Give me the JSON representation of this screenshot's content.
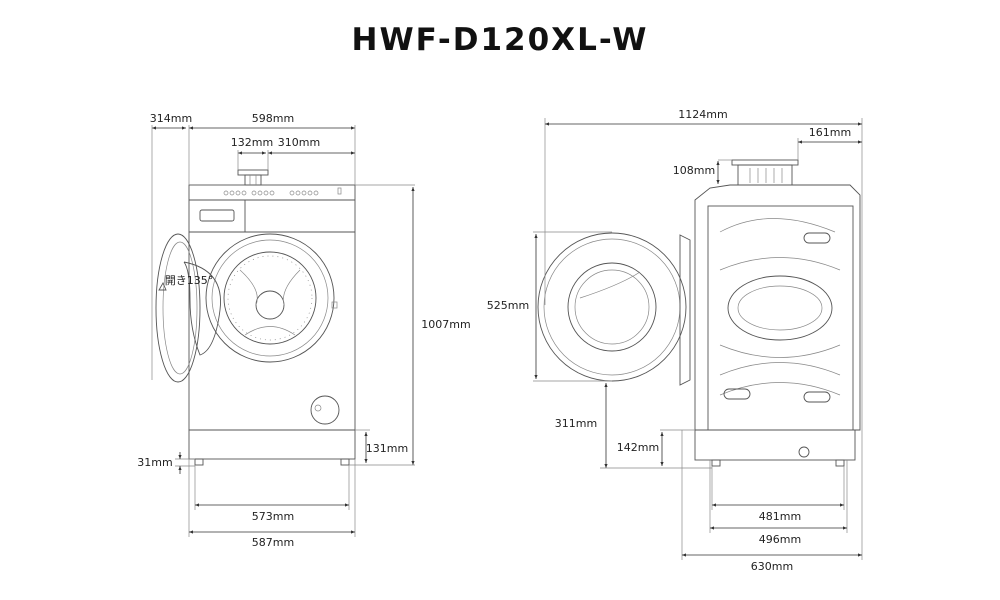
{
  "title": "HWF-D120XL-W",
  "front_view": {
    "door_clearance": "314mm",
    "width": "598mm",
    "hose_offset": "132mm",
    "hose_to_side": "310mm",
    "height": "1007mm",
    "door_open_angle": "開き135°",
    "foot_height": "31mm",
    "base_height": "131mm",
    "foot_span": "573mm",
    "base_width": "587mm"
  },
  "side_view": {
    "total_depth_door_open": "1124mm",
    "hose_to_back": "161mm",
    "hose_height": "108mm",
    "door_diameter": "525mm",
    "door_bottom_height": "311mm",
    "base_height": "142mm",
    "foot_span": "481mm",
    "base_depth": "496mm",
    "total_depth": "630mm"
  }
}
